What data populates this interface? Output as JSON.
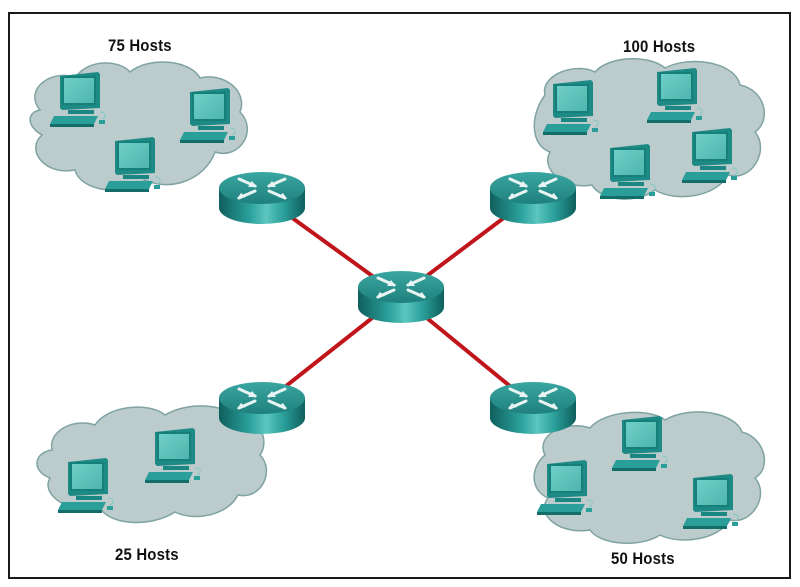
{
  "diagram": {
    "title": "",
    "link_color": "#c0161b",
    "cloud_fill": "#bccbcb",
    "cloud_stroke": "#7fa3a3",
    "device_color": "#2a9a96",
    "networks": [
      {
        "id": "top-left",
        "label": "75 Hosts",
        "hosts": 75,
        "pcs_drawn": 3
      },
      {
        "id": "top-right",
        "label": "100 Hosts",
        "hosts": 100,
        "pcs_drawn": 4
      },
      {
        "id": "bottom-left",
        "label": "25 Hosts",
        "hosts": 25,
        "pcs_drawn": 2
      },
      {
        "id": "bottom-right",
        "label": "50 Hosts",
        "hosts": 50,
        "pcs_drawn": 3
      }
    ],
    "routers": [
      {
        "id": "core",
        "role": "central router"
      },
      {
        "id": "top-left",
        "role": "edge router"
      },
      {
        "id": "top-right",
        "role": "edge router"
      },
      {
        "id": "bottom-left",
        "role": "edge router"
      },
      {
        "id": "bottom-right",
        "role": "edge router"
      }
    ],
    "links": [
      {
        "from": "core",
        "to": "top-left"
      },
      {
        "from": "core",
        "to": "top-right"
      },
      {
        "from": "core",
        "to": "bottom-left"
      },
      {
        "from": "core",
        "to": "bottom-right"
      }
    ]
  }
}
